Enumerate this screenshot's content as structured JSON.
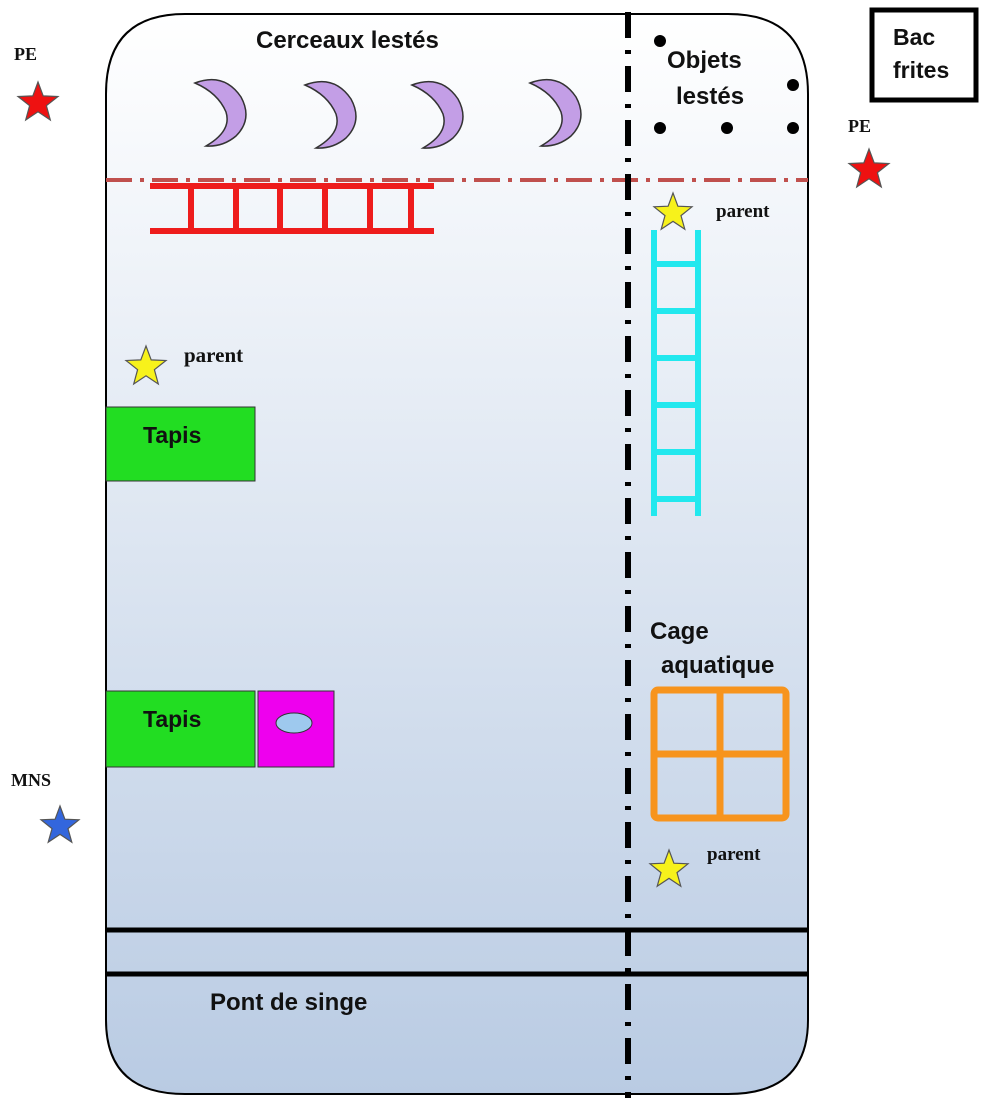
{
  "colors": {
    "pool_top": "#ffffff",
    "pool_bottom": "#b9cbe3",
    "hoops": "#c39ee6",
    "red_ladder": "#ee1c1c",
    "red_dash_line": "#c0504d",
    "cyan_ladder": "#22e8ee",
    "cage": "#f7941d",
    "tapis": "#22dd22",
    "magenta_box": "#ee00ee",
    "ellipse": "#9ec9ee",
    "star_red": "#ee1111",
    "star_yellow": "#f7f21b",
    "star_blue": "#3366dd"
  },
  "icons": [
    "star-icon",
    "hoop-icon",
    "ladder-icon",
    "cage-icon"
  ],
  "labels": {
    "cerceaux": "Cerceaux lestés",
    "objets": [
      "Objets",
      "lestés"
    ],
    "bac": [
      "Bac",
      "frites"
    ],
    "pe": "PE",
    "mns": "MNS",
    "parent": "parent",
    "tapis": "Tapis",
    "cage": [
      "Cage",
      "aquatique"
    ],
    "pont": "Pont de singe"
  }
}
